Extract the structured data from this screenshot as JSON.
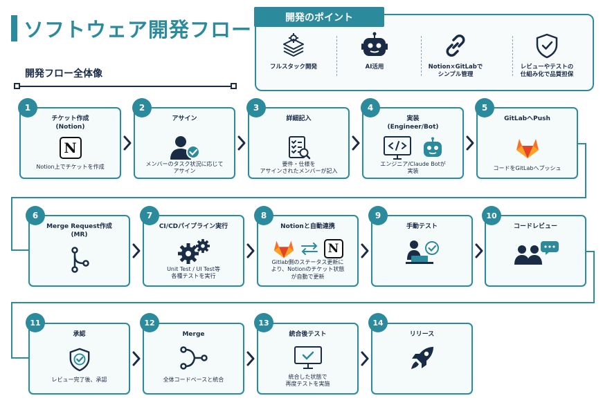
{
  "title": "ソフトウェア開発フロー",
  "subtitle": "開発フロー全体像",
  "points": {
    "header": "開発のポイント",
    "items": [
      {
        "label": "フルスタック開発",
        "icon": "layers-gear-icon"
      },
      {
        "label": "AI活用",
        "icon": "robot-icon"
      },
      {
        "label": "Notion×GitLabで\nシンプル管理",
        "icon": "link-icon"
      },
      {
        "label": "レビューやテストの\n仕組み化で品質担保",
        "icon": "shield-check-icon"
      }
    ]
  },
  "steps": [
    {
      "num": "1",
      "title": "チケット作成\n(Notion)",
      "desc": "Notion上でチケットを作成",
      "icon": "notion-icon"
    },
    {
      "num": "2",
      "title": "アサイン",
      "desc": "メンバーのタスク状況に応じて\nアサイン",
      "icon": "user-check-icon"
    },
    {
      "num": "3",
      "title": "詳細記入",
      "desc": "要件・仕様を\nアサインされたメンバーが記入",
      "icon": "checklist-icon"
    },
    {
      "num": "4",
      "title": "実装\n(Engineer/Bot)",
      "desc": "エンジニア/Claude Botが\n実装",
      "icon": "code-monitor-icon"
    },
    {
      "num": "5",
      "title": "GitLabへPush",
      "desc": "コードをGitLabへプッシュ",
      "icon": "gitlab-icon"
    },
    {
      "num": "6",
      "title": "Merge Request作成\n(MR)",
      "desc": "",
      "icon": "merge-request-icon"
    },
    {
      "num": "7",
      "title": "CI/CDパイプライン実行",
      "desc": "Unit Test / UI Test等\n各種テストを実行",
      "icon": "gears-icon"
    },
    {
      "num": "8",
      "title": "Notionと自動連携",
      "desc": "Gitlab側のステータス更新に\nより、Notionのチケット状態\nが自動で更新",
      "icon": "sync-icon"
    },
    {
      "num": "9",
      "title": "手動テスト",
      "desc": "",
      "icon": "tester-icon"
    },
    {
      "num": "10",
      "title": "コードレビュー",
      "desc": "",
      "icon": "review-users-icon"
    },
    {
      "num": "11",
      "title": "承認",
      "desc": "レビュー完了後、承認",
      "icon": "shield-check-icon"
    },
    {
      "num": "12",
      "title": "Merge",
      "desc": "全体コードベースと統合",
      "icon": "merge-icon"
    },
    {
      "num": "13",
      "title": "統合後テスト",
      "desc": "統合した状態で\n再度テストを実施",
      "icon": "monitor-check-icon"
    },
    {
      "num": "14",
      "title": "リリース",
      "desc": "",
      "icon": "rocket-icon"
    }
  ],
  "colors": {
    "accent": "#2b8a9c",
    "navy": "#1a2b45",
    "gitlab": "#e24329"
  }
}
